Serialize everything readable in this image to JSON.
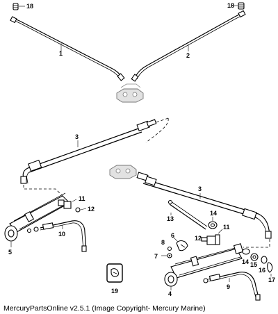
{
  "footer": {
    "text": "MercuryPartsOnline v2.5.1 (Image Copyright- Mercury Marine)"
  },
  "callouts": {
    "c1": "1",
    "c2": "2",
    "c3a": "3",
    "c3b": "3",
    "c4": "4",
    "c5": "5",
    "c6": "6",
    "c7": "7",
    "c8": "8",
    "c9": "9",
    "c10": "10",
    "c11a": "11",
    "c11b": "11",
    "c12a": "12",
    "c12b": "12",
    "c13": "13",
    "c14a": "14",
    "c14b": "14",
    "c15": "15",
    "c16": "16",
    "c17": "17",
    "c18a": "18",
    "c18b": "18",
    "c19": "19"
  }
}
